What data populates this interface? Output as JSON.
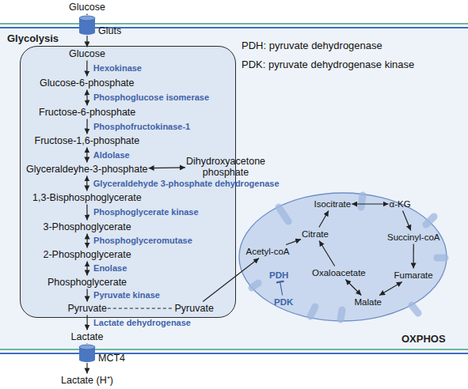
{
  "diagram": {
    "nodes": [
      {
        "text": [
          "Glucose"
        ]
      },
      {
        "text": [
          "Gluts"
        ]
      },
      {
        "text": [
          "Glycolysis"
        ]
      },
      {
        "text": [
          "Glucose"
        ],
        "in": 2
      },
      {
        "text": [
          "Glucose-6-phosphate"
        ],
        "in": 2
      },
      {
        "text": [
          "Fructose-6-phosphate"
        ],
        "in": 2
      },
      {
        "text": [
          "Fructose-1,6-phosphate"
        ],
        "in": 2
      },
      {
        "text": [
          "Glyceraldeyhe-3-phosphate"
        ],
        "in": 2
      },
      {
        "text": [
          "Dihydroxyacetone phosphate"
        ]
      },
      {
        "text": [
          "1,3-Bisphosphoglycerate"
        ],
        "in": 2
      },
      {
        "text": [
          "3-Phosphoglycerate"
        ],
        "in": 2
      },
      {
        "text": [
          "2-Phosphoglycerate"
        ],
        "in": 2
      },
      {
        "text": [
          "Phosphoglycerate"
        ],
        "in": 2
      },
      {
        "text": [
          "Pyruvate"
        ],
        "in": 2
      },
      {
        "text": [
          "Pyruvate"
        ],
        "in": 2
      },
      {
        "text": [
          "Lactate"
        ]
      },
      {
        "text": [
          "MCT4"
        ]
      },
      {
        "text": [
          "Lactate (H⁺)"
        ]
      },
      {
        "text": [
          "OXPHOS"
        ]
      },
      {
        "text": [
          "Acetyl-coA"
        ],
        "in": 18
      },
      {
        "text": [
          "Citrate"
        ],
        "in": 18
      },
      {
        "text": [
          "Isocitrate"
        ],
        "in": 18
      },
      {
        "text": [
          "α-KG"
        ],
        "in": 18
      },
      {
        "text": [
          "Succinyl-coA"
        ],
        "in": 18
      },
      {
        "text": [
          "Fumarate"
        ],
        "in": 18
      },
      {
        "text": [
          "Malate"
        ],
        "in": 18
      },
      {
        "text": [
          "Oxaloacetate"
        ],
        "in": 18
      },
      {
        "text": [
          "PDH"
        ],
        "in": 18
      },
      {
        "text": [
          "PDK"
        ],
        "in": 18
      }
    ],
    "edges": [
      {
        "from": 0,
        "to": 1,
        "arrow": "none"
      },
      {
        "from": 1,
        "to": 3,
        "arrow": "to"
      },
      {
        "from": 3,
        "to": 4,
        "label": "Hexokinase",
        "arrow": "to"
      },
      {
        "from": 4,
        "to": 5,
        "label": "Phosphoglucose isomerase",
        "arrow": "both"
      },
      {
        "from": 5,
        "to": 6,
        "label": "Phosphofructokinase-1",
        "arrow": "to"
      },
      {
        "from": 6,
        "to": 7,
        "label": "Aldolase",
        "arrow": "both"
      },
      {
        "from": 7,
        "to": 8,
        "arrow": "both"
      },
      {
        "from": 7,
        "to": 9,
        "label": "Glyceraldehyde 3-phosphate dehydrogenase",
        "arrow": "both"
      },
      {
        "from": 9,
        "to": 10,
        "label": "Phosphoglycerate kinase",
        "arrow": "to"
      },
      {
        "from": 10,
        "to": 11,
        "label": "Phosphoglyceromutase",
        "arrow": "both"
      },
      {
        "from": 11,
        "to": 12,
        "label": "Enolase",
        "arrow": "both"
      },
      {
        "from": 12,
        "to": 13,
        "label": "Pyruvate kinase",
        "arrow": "to"
      },
      {
        "from": 13,
        "to": 14,
        "arrow": "none"
      },
      {
        "from": 13,
        "to": 15,
        "label": "Lactate dehydrogenase",
        "arrow": "to"
      },
      {
        "from": 15,
        "to": 16,
        "arrow": "none"
      },
      {
        "from": 16,
        "to": 17,
        "arrow": "to"
      },
      {
        "from": 14,
        "to": 19,
        "arrow": "to"
      },
      {
        "from": 19,
        "to": 20,
        "arrow": "to"
      },
      {
        "from": 28,
        "to": 27,
        "arrow": "to"
      },
      {
        "from": 26,
        "to": 20,
        "arrow": "to"
      },
      {
        "from": 20,
        "to": 21,
        "arrow": "to"
      },
      {
        "from": 21,
        "to": 22,
        "arrow": "both"
      },
      {
        "from": 22,
        "to": 23,
        "arrow": "to"
      },
      {
        "from": 23,
        "to": 24,
        "arrow": "to"
      },
      {
        "from": 24,
        "to": 25,
        "arrow": "both"
      },
      {
        "from": 25,
        "to": 26,
        "arrow": "both"
      }
    ],
    "labels": [
      "PDH: pyruvate dehydrogenase",
      "PDK: pyruvate dehydrogenase kinase"
    ]
  }
}
